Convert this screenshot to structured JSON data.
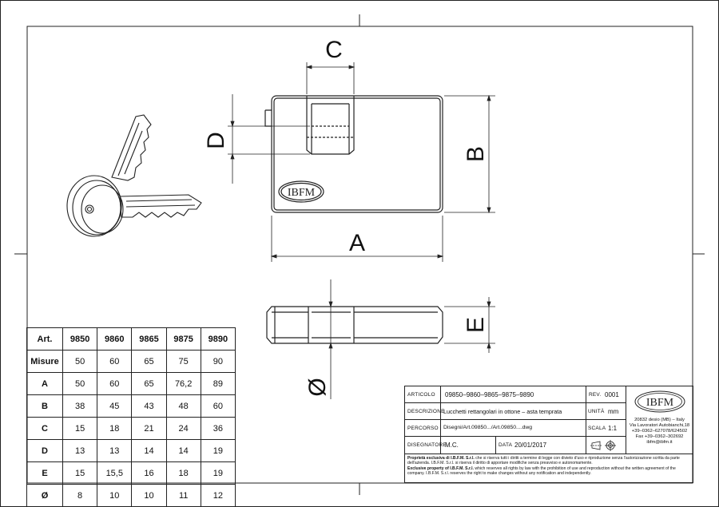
{
  "dimension_labels": {
    "A": "A",
    "B": "B",
    "C": "C",
    "D": "D",
    "E": "E",
    "diameter": "Ø"
  },
  "logo_text": "IBFM",
  "table": {
    "header": [
      "Art.",
      "9850",
      "9860",
      "9865",
      "9875",
      "9890"
    ],
    "rows": [
      [
        "Misure",
        "50",
        "60",
        "65",
        "75",
        "90"
      ],
      [
        "A",
        "50",
        "60",
        "65",
        "76,2",
        "89"
      ],
      [
        "B",
        "38",
        "45",
        "43",
        "48",
        "60"
      ],
      [
        "C",
        "15",
        "18",
        "21",
        "24",
        "36"
      ],
      [
        "D",
        "13",
        "13",
        "14",
        "14",
        "19"
      ],
      [
        "E",
        "15",
        "15,5",
        "16",
        "18",
        "19"
      ],
      [
        "Ø",
        "8",
        "10",
        "10",
        "11",
        "12"
      ]
    ]
  },
  "title_block": {
    "articolo_label": "ARTICOLO",
    "articolo_value": "09850–9860–9865–9875–9890",
    "rev_label": "REV.",
    "rev_value": "0001",
    "descrizione_label": "DESCRIZIONE",
    "descrizione_value": "Lucchetti rettangolari in ottone – asta temprata",
    "unita_label": "UNITÀ",
    "unita_value": "mm",
    "percorso_label": "PERCORSO",
    "percorso_value": "Disegni/Art.09850.../Art.09850....dwg",
    "scala_label": "SCALA",
    "scala_value": "1:1",
    "disegnatore_label": "DISEGNATORE",
    "disegnatore_value": "M.C.",
    "data_label": "DATA",
    "data_value": "20/01/2017",
    "address": [
      "20832 desio (MB) – Italy",
      "Via Lavoratori Autobianchi,18",
      "+39–0362–627078/624502",
      "Fax +39–0362–302692",
      "ibfm@ibfm.it"
    ],
    "legal_it_bold": "Proprietà esclusiva di I.B.F.M. S.r.l.",
    "legal_it": " che si riserva tutti i diritti a termine di legge con divieto d'uso e riproduzione senza l'autorizzazione scritta da parte dell'azienda. I.B.F.M. S.r.l. si riserva il diritto di apportare modifiche senza preavviso e autonomamente.",
    "legal_en_bold": "Exclusive property of I.B.F.M. S.r.l.",
    "legal_en": " which reserves all rights by law with the prohibition of use and reproduction without the written agreement of the company. I.B.F.M. S.r.l. reserves the right to make changes without any notification and independently."
  }
}
